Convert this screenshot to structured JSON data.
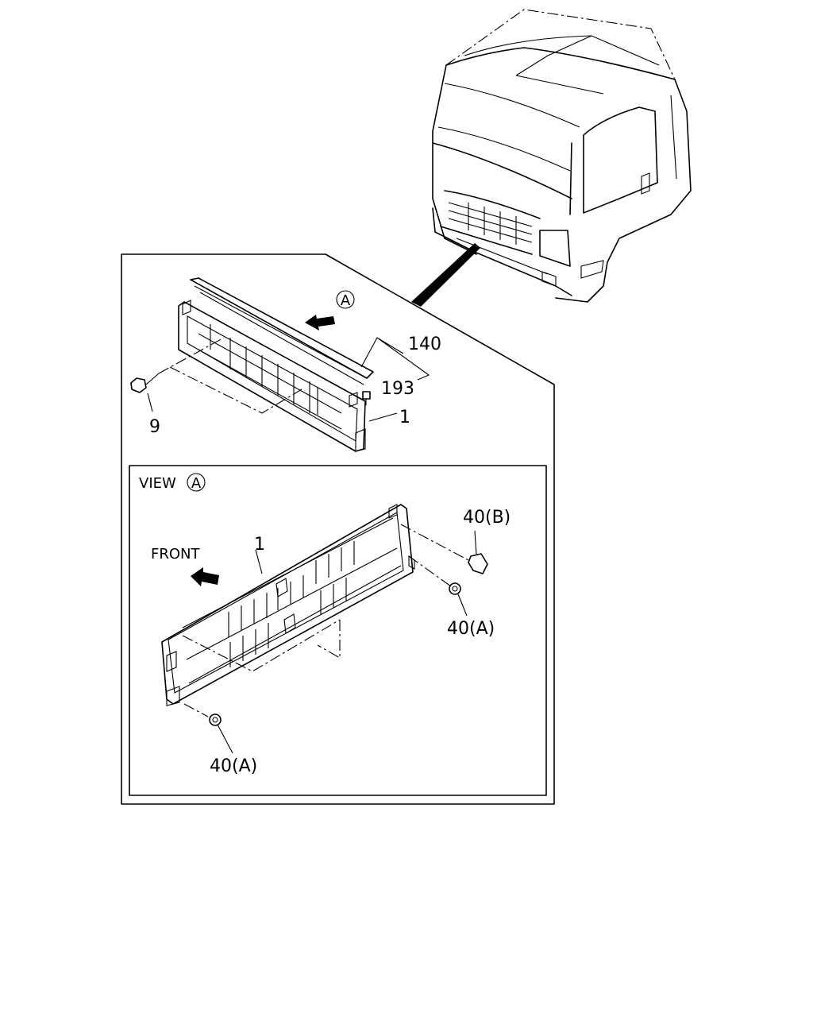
{
  "labels": {
    "callout_a": "A",
    "part_140": "140",
    "part_193": "193",
    "part_1_top": "1",
    "part_9": "9",
    "view_prefix": "VIEW",
    "view_circle": "A",
    "front": "FRONT",
    "part_1_view": "1",
    "part_40b": "40(B)",
    "part_40a_right": "40(A)",
    "part_40a_bottom": "40(A)"
  },
  "colors": {
    "line": "#000000",
    "background": "#ffffff"
  }
}
